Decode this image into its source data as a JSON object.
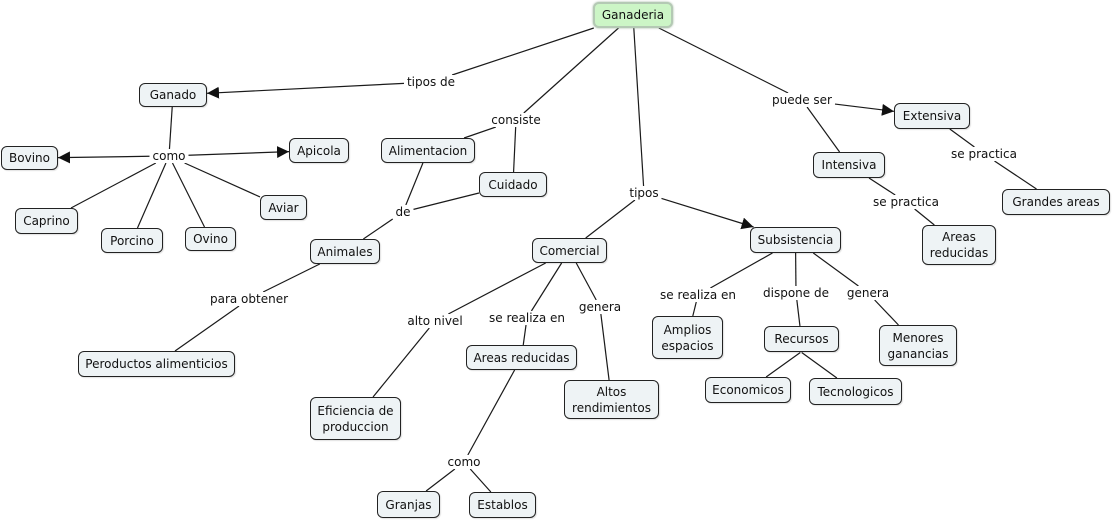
{
  "title": "Ganaderia",
  "colors": {
    "root_fill": "#ccf5c6",
    "node_fill": "#eef3f5",
    "line": "#1a1a1a"
  },
  "nodes": [
    {
      "id": "ganaderia",
      "label": "Ganaderia",
      "root": true
    },
    {
      "id": "ganado",
      "label": "Ganado"
    },
    {
      "id": "bovino",
      "label": "Bovino"
    },
    {
      "id": "apicola",
      "label": "Apicola"
    },
    {
      "id": "caprino",
      "label": "Caprino"
    },
    {
      "id": "porcino",
      "label": "Porcino"
    },
    {
      "id": "ovino",
      "label": "Ovino"
    },
    {
      "id": "aviar",
      "label": "Aviar"
    },
    {
      "id": "alimentacion",
      "label": "Alimentacion"
    },
    {
      "id": "cuidado",
      "label": "Cuidado"
    },
    {
      "id": "animales",
      "label": "Animales"
    },
    {
      "id": "peroductos",
      "label": "Peroductos alimenticios"
    },
    {
      "id": "comercial",
      "label": "Comercial"
    },
    {
      "id": "eficiencia",
      "label": "Eficiencia de\nproduccion"
    },
    {
      "id": "areas_red_com",
      "label": "Areas reducidas"
    },
    {
      "id": "altos",
      "label": "Altos\nrendimientos"
    },
    {
      "id": "granjas",
      "label": "Granjas"
    },
    {
      "id": "establos",
      "label": "Establos"
    },
    {
      "id": "subsistencia",
      "label": "Subsistencia"
    },
    {
      "id": "amplios",
      "label": "Amplios\nespacios"
    },
    {
      "id": "recursos",
      "label": "Recursos"
    },
    {
      "id": "menores",
      "label": "Menores\nganancias"
    },
    {
      "id": "economicos",
      "label": "Economicos"
    },
    {
      "id": "tecnologicos",
      "label": "Tecnologicos"
    },
    {
      "id": "extensiva",
      "label": "Extensiva"
    },
    {
      "id": "intensiva",
      "label": "Intensiva"
    },
    {
      "id": "grandes",
      "label": "Grandes areas"
    },
    {
      "id": "areas_red_int",
      "label": "Areas\nreducidas"
    }
  ],
  "linking_phrases": [
    {
      "id": "lp_tipos_de",
      "label": "tipos de",
      "from": [
        "ganaderia"
      ],
      "to": [
        "ganado"
      ],
      "arrow_to": [
        "ganado"
      ]
    },
    {
      "id": "lp_como1",
      "label": "como",
      "from": [
        "ganado"
      ],
      "to": [
        "bovino",
        "apicola",
        "caprino",
        "porcino",
        "ovino",
        "aviar"
      ],
      "arrow_to": [
        "bovino",
        "apicola"
      ]
    },
    {
      "id": "lp_consiste",
      "label": "consiste",
      "from": [
        "ganaderia"
      ],
      "to": [
        "alimentacion",
        "cuidado"
      ],
      "arrow_to": []
    },
    {
      "id": "lp_de",
      "label": "de",
      "from": [
        "alimentacion",
        "cuidado"
      ],
      "to": [
        "animales"
      ],
      "arrow_to": []
    },
    {
      "id": "lp_para_obtener",
      "label": "para obtener",
      "from": [
        "animales"
      ],
      "to": [
        "peroductos"
      ],
      "arrow_to": []
    },
    {
      "id": "lp_tipos",
      "label": "tipos",
      "from": [
        "ganaderia"
      ],
      "to": [
        "comercial",
        "subsistencia"
      ],
      "arrow_to": [
        "subsistencia"
      ]
    },
    {
      "id": "lp_alto_nivel",
      "label": "alto nivel",
      "from": [
        "comercial"
      ],
      "to": [
        "eficiencia"
      ],
      "arrow_to": []
    },
    {
      "id": "lp_se_realiza_com",
      "label": "se realiza en",
      "from": [
        "comercial"
      ],
      "to": [
        "areas_red_com"
      ],
      "arrow_to": []
    },
    {
      "id": "lp_genera_com",
      "label": "genera",
      "from": [
        "comercial"
      ],
      "to": [
        "altos"
      ],
      "arrow_to": []
    },
    {
      "id": "lp_como2",
      "label": "como",
      "from": [
        "areas_red_com"
      ],
      "to": [
        "granjas",
        "establos"
      ],
      "arrow_to": []
    },
    {
      "id": "lp_se_realiza_sub",
      "label": "se realiza en",
      "from": [
        "subsistencia"
      ],
      "to": [
        "amplios"
      ],
      "arrow_to": []
    },
    {
      "id": "lp_dispone",
      "label": "dispone de",
      "from": [
        "subsistencia"
      ],
      "to": [
        "recursos"
      ],
      "arrow_to": []
    },
    {
      "id": "lp_genera_sub",
      "label": "genera",
      "from": [
        "subsistencia"
      ],
      "to": [
        "menores"
      ],
      "arrow_to": []
    },
    {
      "id": "lp_recursos",
      "label": "",
      "from": [
        "recursos"
      ],
      "to": [
        "economicos",
        "tecnologicos"
      ],
      "arrow_to": []
    },
    {
      "id": "lp_puede_ser",
      "label": "puede ser",
      "from": [
        "ganaderia"
      ],
      "to": [
        "extensiva",
        "intensiva"
      ],
      "arrow_to": [
        "extensiva"
      ]
    },
    {
      "id": "lp_practica_ext",
      "label": "se practica",
      "from": [
        "extensiva"
      ],
      "to": [
        "grandes"
      ],
      "arrow_to": []
    },
    {
      "id": "lp_practica_int",
      "label": "se practica",
      "from": [
        "intensiva"
      ],
      "to": [
        "areas_red_int"
      ],
      "arrow_to": []
    }
  ]
}
